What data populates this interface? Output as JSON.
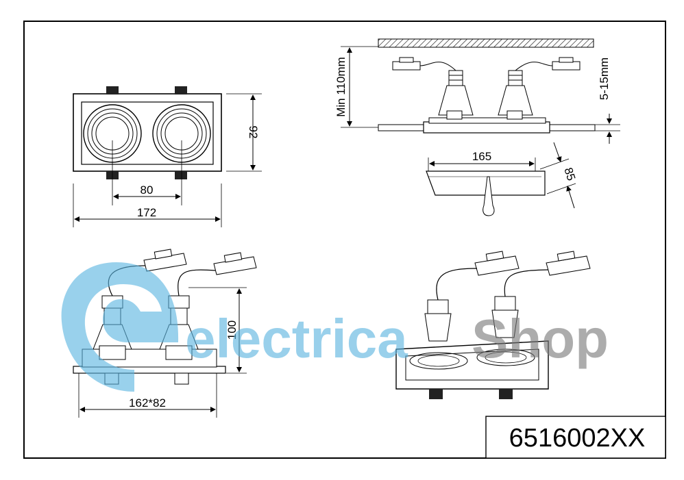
{
  "drawing": {
    "model_number": "6516002XX",
    "watermark": {
      "part1": "electrica",
      "part2": "Shop",
      "color_blue": "#5bb4e0",
      "color_gray": "#7a7a7a"
    },
    "top_view": {
      "height_label": "92",
      "spacing_label": "80",
      "width_label": "172"
    },
    "side_view": {
      "min_depth_label": "Min 110mm",
      "ceiling_range_label": "5-15mm",
      "cutout_label": "165",
      "cutout_depth_label": "85"
    },
    "front_view": {
      "height_label": "100",
      "cutout_label": "162*82"
    }
  }
}
